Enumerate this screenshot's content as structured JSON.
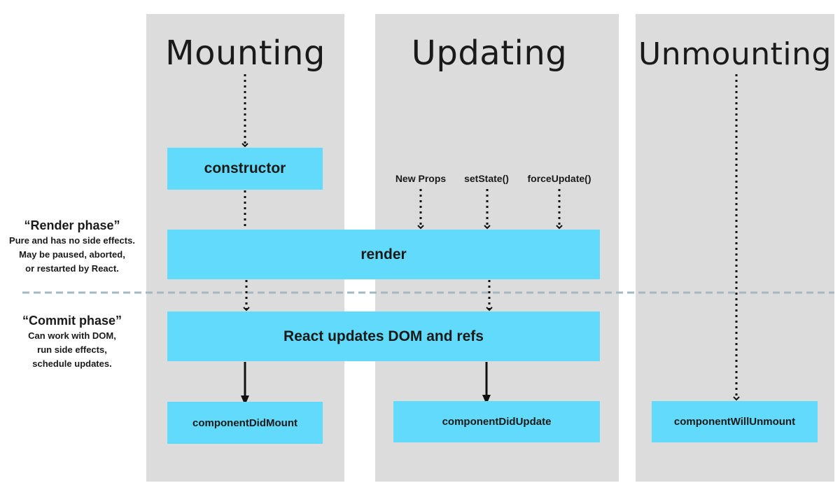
{
  "columns": {
    "mounting": "Mounting",
    "updating": "Updating",
    "unmounting": "Unmounting"
  },
  "boxes": {
    "constructor": "constructor",
    "render": "render",
    "commit": "React updates DOM and refs",
    "did_mount": "componentDidMount",
    "did_update": "componentDidUpdate",
    "will_unmount": "componentWillUnmount"
  },
  "triggers": {
    "new_props": "New Props",
    "set_state": "setState()",
    "force_update": "forceUpdate()"
  },
  "render_phase": {
    "title": "“Render phase”",
    "line1": "Pure and has no side effects.",
    "line2": "May be paused, aborted,",
    "line3": "or restarted by React."
  },
  "commit_phase": {
    "title": "“Commit phase”",
    "line1": "Can work with DOM,",
    "line2": "run side effects,",
    "line3": "schedule updates."
  },
  "colors": {
    "box": "#61dafb",
    "column": "#dcdcdc",
    "divider": "#a3b8c2"
  }
}
